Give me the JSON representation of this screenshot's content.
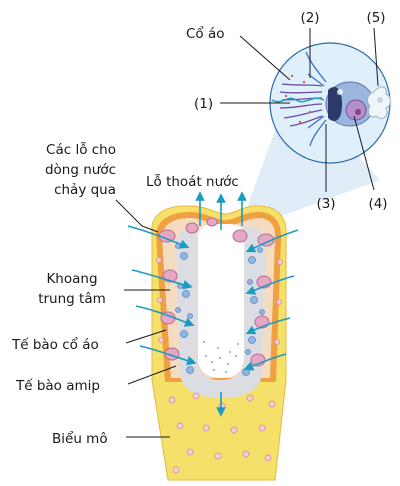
{
  "labels": {
    "co_ao": "Cổ áo",
    "n1": "(1)",
    "n2": "(2)",
    "n3": "(3)",
    "n4": "(4)",
    "n5": "(5)",
    "cac_lo_line1": "Các lỗ cho",
    "cac_lo_line2": "dòng nước",
    "cac_lo_line3": "chảy qua",
    "lo_thoat_nuoc": "Lỗ thoát nước",
    "khoang_line1": "Khoang",
    "khoang_line2": "trung tâm",
    "te_bao_co_ao": "Tế bào cổ áo",
    "te_bao_amip": "Tế bào amip",
    "bieu_mo": "Biểu mô"
  },
  "colors": {
    "epithelium": "#f5e06a",
    "epithelium_cell": "#e8a8b8",
    "outer_layer": "#f0a040",
    "mesohyl": "#f4dcc0",
    "choanocyte": "#e6a7c4",
    "amoebocyte": "#8fb7e6",
    "water_arrow": "#1b9bc0",
    "zoom_circle": "#dff0fb"
  }
}
